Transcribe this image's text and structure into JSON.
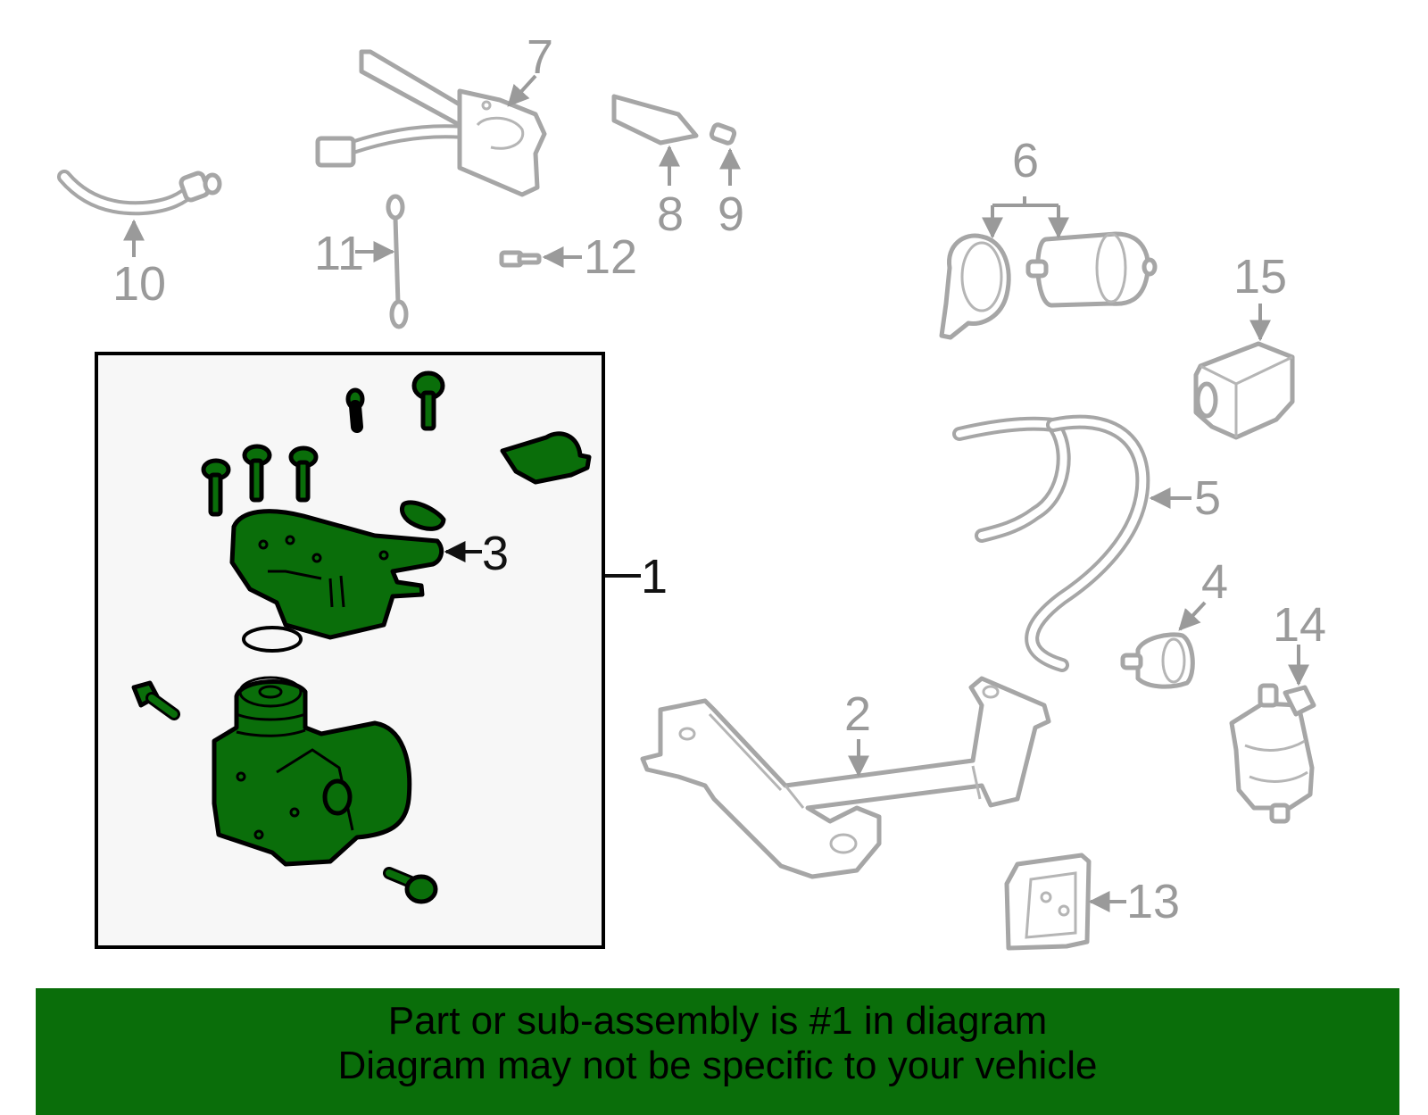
{
  "callouts": {
    "c1": "1",
    "c2": "2",
    "c3": "3",
    "c4": "4",
    "c5": "5",
    "c6": "6",
    "c7": "7",
    "c8": "8",
    "c9": "9",
    "c10": "10",
    "c11": "11",
    "c12": "12",
    "c13": "13",
    "c14": "14",
    "c15": "15"
  },
  "banner": {
    "line1": "Part or sub-assembly is #1 in diagram",
    "line2": "Diagram may not be specific to your vehicle"
  },
  "colors": {
    "highlight": "#0a6e0a",
    "other_parts": "#a6a6a6",
    "assembly_box_bg": "#f7f7f7"
  }
}
